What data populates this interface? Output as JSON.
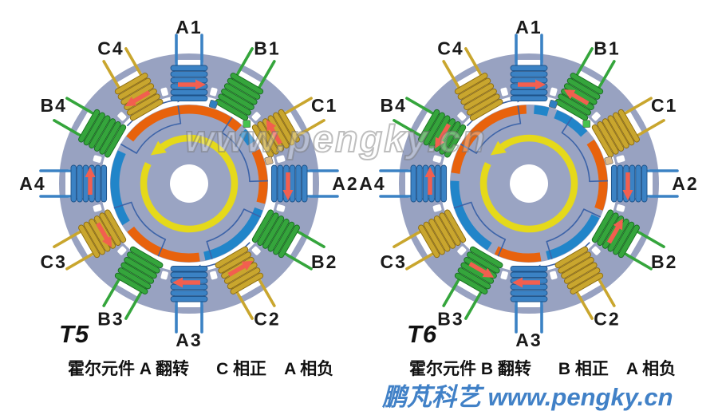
{
  "watermark": {
    "text": "www.pengky.cn"
  },
  "footer": {
    "text": "鹏芃科艺 www.pengky.cn",
    "color": "#4181c7"
  },
  "colors": {
    "stator": "#98a2c1",
    "rotor": "#9aa4c3",
    "magnetN": "#e8620c",
    "magnetS": "#2185c9",
    "phaseA": "#3b82c4",
    "phaseA_dark": "#1e5288",
    "phaseB": "#35a53c",
    "phaseB_dark": "#176b1f",
    "phaseC": "#c9a62e",
    "phaseC_dark": "#8a6a10",
    "arrowRed": "#f25f4f",
    "rotationYellow": "#e5d91a",
    "wire": "#3c63a8",
    "label": "#1a1a1a"
  },
  "coil_positions": [
    {
      "label": "A1",
      "phase": "A",
      "angle": 0
    },
    {
      "label": "B1",
      "phase": "B",
      "angle": 30
    },
    {
      "label": "C1",
      "phase": "C",
      "angle": 60
    },
    {
      "label": "A2",
      "phase": "A",
      "angle": 90
    },
    {
      "label": "B2",
      "phase": "B",
      "angle": 120
    },
    {
      "label": "C2",
      "phase": "C",
      "angle": 150
    },
    {
      "label": "A3",
      "phase": "A",
      "angle": 180
    },
    {
      "label": "B3",
      "phase": "B",
      "angle": 210
    },
    {
      "label": "C3",
      "phase": "C",
      "angle": 240
    },
    {
      "label": "A4",
      "phase": "A",
      "angle": 270
    },
    {
      "label": "B4",
      "phase": "B",
      "angle": 300
    },
    {
      "label": "C4",
      "phase": "C",
      "angle": 330
    }
  ],
  "diagrams": [
    {
      "id": "T5",
      "label": "T5",
      "caption": {
        "hall": "霍尔元件 A 翻转",
        "positive": "C 相正",
        "negative": "A 相负"
      },
      "energized_phases": {
        "A": "cw",
        "C": "ccw"
      },
      "rotation": "ccw",
      "magnet_segments": [
        {
          "pole": "N",
          "from": 307,
          "to": 402
        },
        {
          "pole": "S",
          "from": 46,
          "to": 57
        },
        {
          "pole": "N",
          "from": 64,
          "to": 105
        },
        {
          "pole": "S",
          "from": 110,
          "to": 168
        },
        {
          "pole": "N",
          "from": 172,
          "to": 232
        },
        {
          "pole": "S",
          "from": 238,
          "to": 295
        }
      ],
      "hall_sensors": [
        {
          "name": "hall-sensor-blue",
          "shape": "rect",
          "color": "#2f7fc1",
          "angle": 17
        },
        {
          "name": "hall-sensor-green",
          "shape": "diamond",
          "color": "#46c24e",
          "angle": 44
        },
        {
          "name": "hall-sensor-tan",
          "shape": "square",
          "color": "#d9b98a",
          "angle": 74
        }
      ]
    },
    {
      "id": "T6",
      "label": "T6",
      "caption": {
        "hall": "霍尔元件 B 翻转",
        "positive": "B 相正",
        "negative": "A 相负"
      },
      "energized_phases": {
        "A": "cw",
        "B": "ccw"
      },
      "rotation": "ccw",
      "magnet_segments": [
        {
          "pole": "N",
          "from": 278,
          "to": 358
        },
        {
          "pole": "S",
          "from": 4,
          "to": 15
        },
        {
          "pole": "S",
          "from": 21,
          "to": 48
        },
        {
          "pole": "N",
          "from": 56,
          "to": 110
        },
        {
          "pole": "S",
          "from": 116,
          "to": 166
        },
        {
          "pole": "N",
          "from": 171,
          "to": 206
        },
        {
          "pole": "S",
          "from": 212,
          "to": 272
        }
      ],
      "hall_sensors": [
        {
          "name": "hall-sensor-blue",
          "shape": "rect",
          "color": "#2f7fc1",
          "angle": 17
        },
        {
          "name": "hall-sensor-green",
          "shape": "diamond",
          "color": "#46c24e",
          "angle": 44
        },
        {
          "name": "hall-sensor-tan",
          "shape": "square",
          "color": "#d9b98a",
          "angle": 74
        }
      ]
    }
  ]
}
